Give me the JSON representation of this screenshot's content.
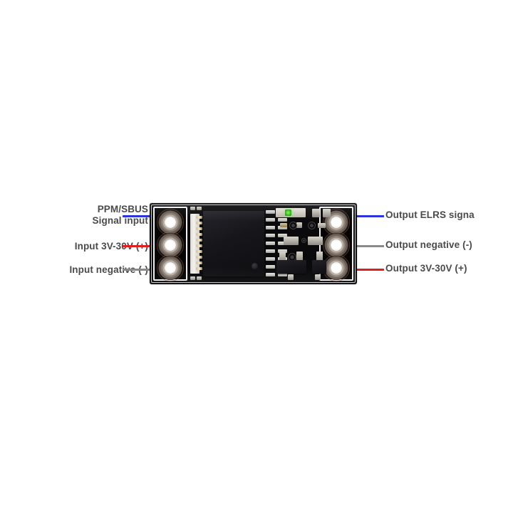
{
  "page": {
    "background_color": "#ffffff",
    "subject": "ELRS PWM PPM/SBUS converter module wiring diagram"
  },
  "colors": {
    "signal_blue": "#2b35d8",
    "power_red": "#e02020",
    "negative_gray": "#8a8a8a",
    "pcb_black": "#0a0a0c",
    "silkscreen_white": "#e9e9ea",
    "led_green": "#3fbf23",
    "label_text": "#4a4a4a"
  },
  "callouts": {
    "left": [
      {
        "id": "ppm-sbus-signal-input",
        "line1": "PPM/SBUS",
        "line2": "Signal input",
        "wire_color": "#2b35d8",
        "wire_name": "blue"
      },
      {
        "id": "input-positive",
        "line1": "Input 3V-30V  (+)",
        "line2": "",
        "wire_color": "#e02020",
        "wire_name": "red"
      },
      {
        "id": "input-negative",
        "line1": "Input negative  (-)",
        "line2": "",
        "wire_color": "#8a8a8a",
        "wire_name": "gray"
      }
    ],
    "right": [
      {
        "id": "output-elrs-signal",
        "line1": "Output ELRS signa",
        "line2": "",
        "wire_color": "#2b35d8",
        "wire_name": "blue"
      },
      {
        "id": "output-negative",
        "line1": "Output negative  (-)",
        "line2": "",
        "wire_color": "#8a8a8a",
        "wire_name": "gray"
      },
      {
        "id": "output-positive",
        "line1": "Output 3V-30V  (+)",
        "line2": "",
        "wire_color": "#e02020",
        "wire_name": "red"
      }
    ]
  },
  "board": {
    "pads_left_count": 3,
    "pads_right_count": 3,
    "header_pins_count": 10,
    "led_color": "#3fbf23"
  }
}
